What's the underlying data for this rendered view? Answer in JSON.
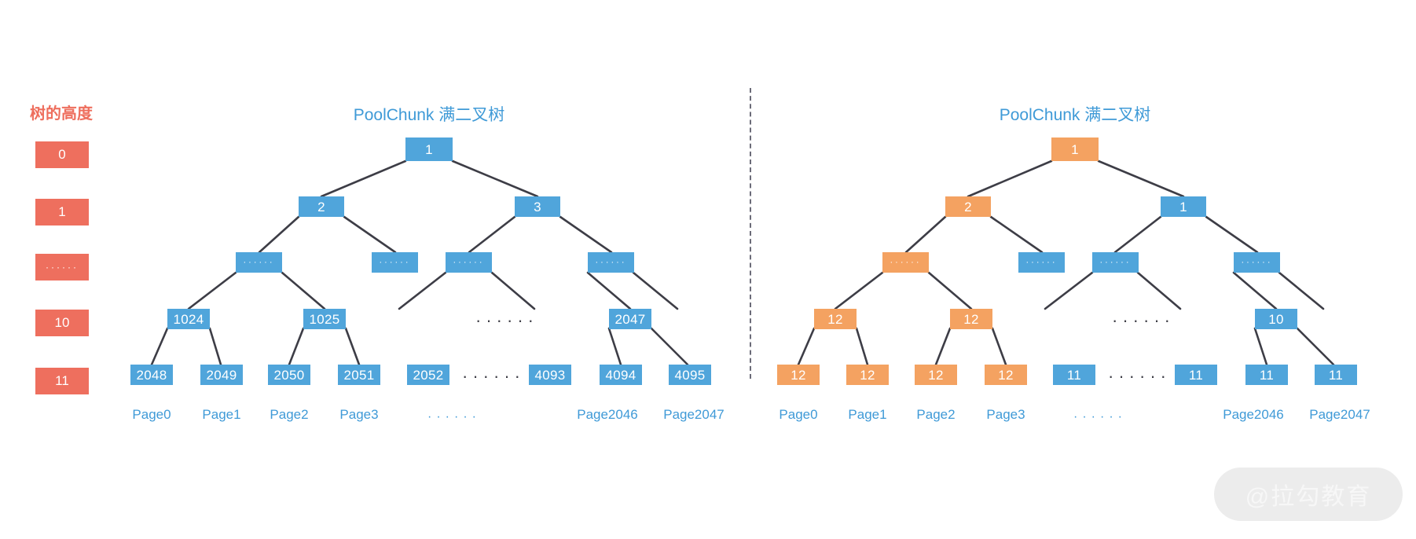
{
  "legend": {
    "title": "树的高度",
    "levels": [
      "0",
      "1",
      "······",
      "10",
      "11"
    ]
  },
  "colors": {
    "blue": "#50a5db",
    "orange": "#f4a261",
    "red": "#ee6f5e",
    "edge": "#3d3d46",
    "title_blue": "#3f9ad7",
    "divider": "#6b6b78",
    "watermark_bg": "#ececec"
  },
  "ellipsis": "······",
  "left_panel": {
    "title": "PoolChunk 满二叉树",
    "nodes": {
      "root": "1",
      "level1": [
        "2",
        "3"
      ],
      "level2": [
        "······",
        "······",
        "······",
        "······"
      ],
      "level10": [
        "1024",
        "1025",
        "2047"
      ],
      "level11": [
        "2048",
        "2049",
        "2050",
        "2051",
        "2052",
        "4093",
        "4094",
        "4095"
      ]
    },
    "level10_gap": "······",
    "level11_gap": "······",
    "page_labels": [
      "Page0",
      "Page1",
      "Page2",
      "Page3",
      "Page2046",
      "Page2047"
    ],
    "page_gap": "······"
  },
  "right_panel": {
    "title": "PoolChunk 满二叉树",
    "nodes": {
      "root": "1",
      "level1": [
        "2",
        "1"
      ],
      "level2": [
        "······",
        "······",
        "······",
        "······"
      ],
      "level10": [
        "12",
        "12",
        "10"
      ],
      "level11": [
        "12",
        "12",
        "12",
        "12",
        "11",
        "11",
        "11",
        "11"
      ]
    },
    "level10_gap": "······",
    "level11_gap": "······",
    "page_labels": [
      "Page0",
      "Page1",
      "Page2",
      "Page3",
      "Page2046",
      "Page2047"
    ],
    "page_gap": "······"
  },
  "watermark": {
    "text": "@拉勾教育"
  }
}
